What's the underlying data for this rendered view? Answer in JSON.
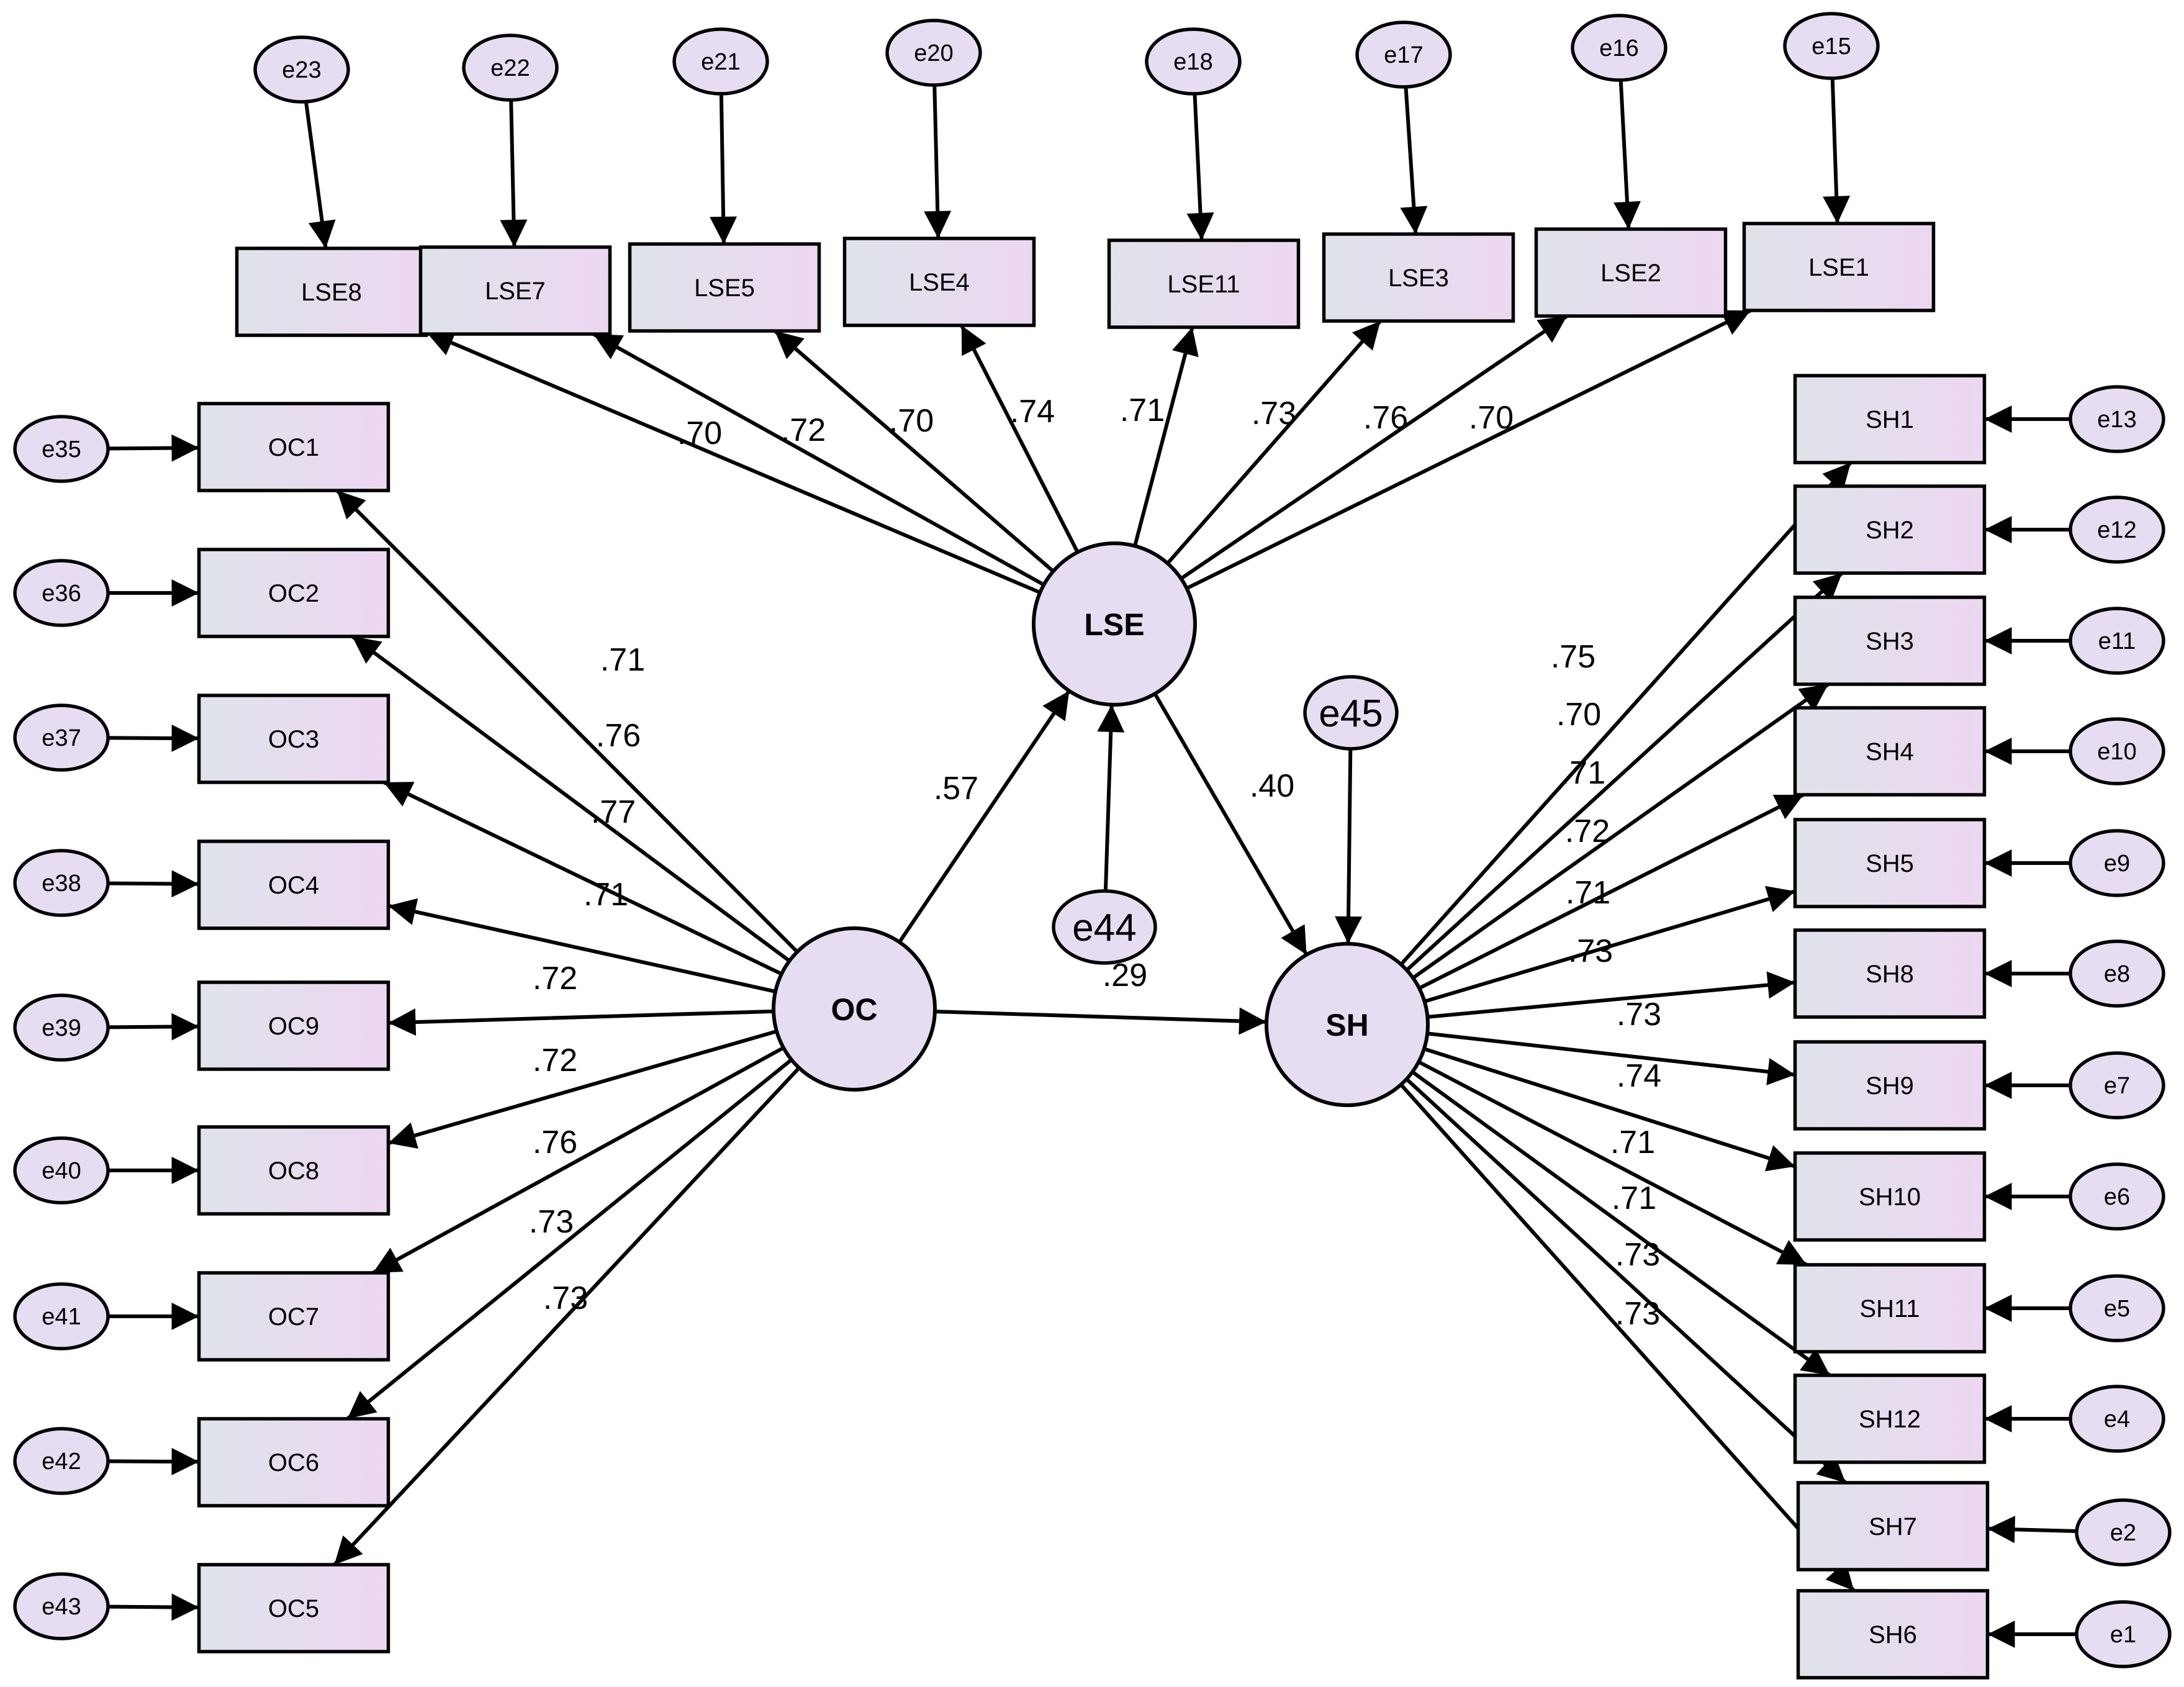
{
  "colors": {
    "box_fill_start": "#dfe3ea",
    "box_fill_end": "#ecd7f1",
    "node_fill": "#e6ddf2",
    "stroke": "#000000"
  },
  "latents": [
    {
      "id": "OC",
      "label": "OC"
    },
    {
      "id": "LSE",
      "label": "LSE"
    },
    {
      "id": "SH",
      "label": "SH"
    }
  ],
  "structural_errors": [
    {
      "id": "e44",
      "label": "e44"
    },
    {
      "id": "e45",
      "label": "e45"
    }
  ],
  "indicators": [
    {
      "id": "LSE8",
      "label": "LSE8",
      "latent": "LSE",
      "error": "e23"
    },
    {
      "id": "LSE7",
      "label": "LSE7",
      "latent": "LSE",
      "error": "e22"
    },
    {
      "id": "LSE5",
      "label": "LSE5",
      "latent": "LSE",
      "error": "e21"
    },
    {
      "id": "LSE4",
      "label": "LSE4",
      "latent": "LSE",
      "error": "e20"
    },
    {
      "id": "LSE11",
      "label": "LSE11",
      "latent": "LSE",
      "error": "e18"
    },
    {
      "id": "LSE3",
      "label": "LSE3",
      "latent": "LSE",
      "error": "e17"
    },
    {
      "id": "LSE2",
      "label": "LSE2",
      "latent": "LSE",
      "error": "e16"
    },
    {
      "id": "LSE1",
      "label": "LSE1",
      "latent": "LSE",
      "error": "e15"
    },
    {
      "id": "OC1",
      "label": "OC1",
      "latent": "OC",
      "error": "e35"
    },
    {
      "id": "OC2",
      "label": "OC2",
      "latent": "OC",
      "error": "e36"
    },
    {
      "id": "OC3",
      "label": "OC3",
      "latent": "OC",
      "error": "e37"
    },
    {
      "id": "OC4",
      "label": "OC4",
      "latent": "OC",
      "error": "e38"
    },
    {
      "id": "OC9",
      "label": "OC9",
      "latent": "OC",
      "error": "e39"
    },
    {
      "id": "OC8",
      "label": "OC8",
      "latent": "OC",
      "error": "e40"
    },
    {
      "id": "OC7",
      "label": "OC7",
      "latent": "OC",
      "error": "e41"
    },
    {
      "id": "OC6",
      "label": "OC6",
      "latent": "OC",
      "error": "e42"
    },
    {
      "id": "OC5",
      "label": "OC5",
      "latent": "OC",
      "error": "e43"
    },
    {
      "id": "SH1",
      "label": "SH1",
      "latent": "SH",
      "error": "e13"
    },
    {
      "id": "SH2",
      "label": "SH2",
      "latent": "SH",
      "error": "e12"
    },
    {
      "id": "SH3",
      "label": "SH3",
      "latent": "SH",
      "error": "e11"
    },
    {
      "id": "SH4",
      "label": "SH4",
      "latent": "SH",
      "error": "e10"
    },
    {
      "id": "SH5",
      "label": "SH5",
      "latent": "SH",
      "error": "e9"
    },
    {
      "id": "SH8",
      "label": "SH8",
      "latent": "SH",
      "error": "e8"
    },
    {
      "id": "SH9",
      "label": "SH9",
      "latent": "SH",
      "error": "e7"
    },
    {
      "id": "SH10",
      "label": "SH10",
      "latent": "SH",
      "error": "e6"
    },
    {
      "id": "SH11",
      "label": "SH11",
      "latent": "SH",
      "error": "e5"
    },
    {
      "id": "SH12",
      "label": "SH12",
      "latent": "SH",
      "error": "e4"
    },
    {
      "id": "SH7",
      "label": "SH7",
      "latent": "SH",
      "error": "e2"
    },
    {
      "id": "SH6",
      "label": "SH6",
      "latent": "SH",
      "error": "e1"
    }
  ],
  "loading_labels": [
    {
      "text": ".70"
    },
    {
      "text": ".72"
    },
    {
      "text": ".70"
    },
    {
      "text": ".74"
    },
    {
      "text": ".71"
    },
    {
      "text": ".73"
    },
    {
      "text": ".76"
    },
    {
      "text": ".70"
    },
    {
      "text": ".71"
    },
    {
      "text": ".76"
    },
    {
      "text": ".77"
    },
    {
      "text": ".71"
    },
    {
      "text": ".72"
    },
    {
      "text": ".72"
    },
    {
      "text": ".76"
    },
    {
      "text": ".73"
    },
    {
      "text": ".73"
    },
    {
      "text": ".75"
    },
    {
      "text": ".70"
    },
    {
      "text": ".71"
    },
    {
      "text": ".72"
    },
    {
      "text": ".71"
    },
    {
      "text": ".73"
    },
    {
      "text": ".73"
    },
    {
      "text": ".74"
    },
    {
      "text": ".71"
    },
    {
      "text": ".71"
    },
    {
      "text": ".73"
    },
    {
      "text": ".73"
    }
  ],
  "paths": [
    {
      "from": "OC",
      "to": "LSE",
      "coef": ".57"
    },
    {
      "from": "LSE",
      "to": "SH",
      "coef": ".40"
    },
    {
      "from": "OC",
      "to": "SH",
      "coef": ".29"
    }
  ]
}
